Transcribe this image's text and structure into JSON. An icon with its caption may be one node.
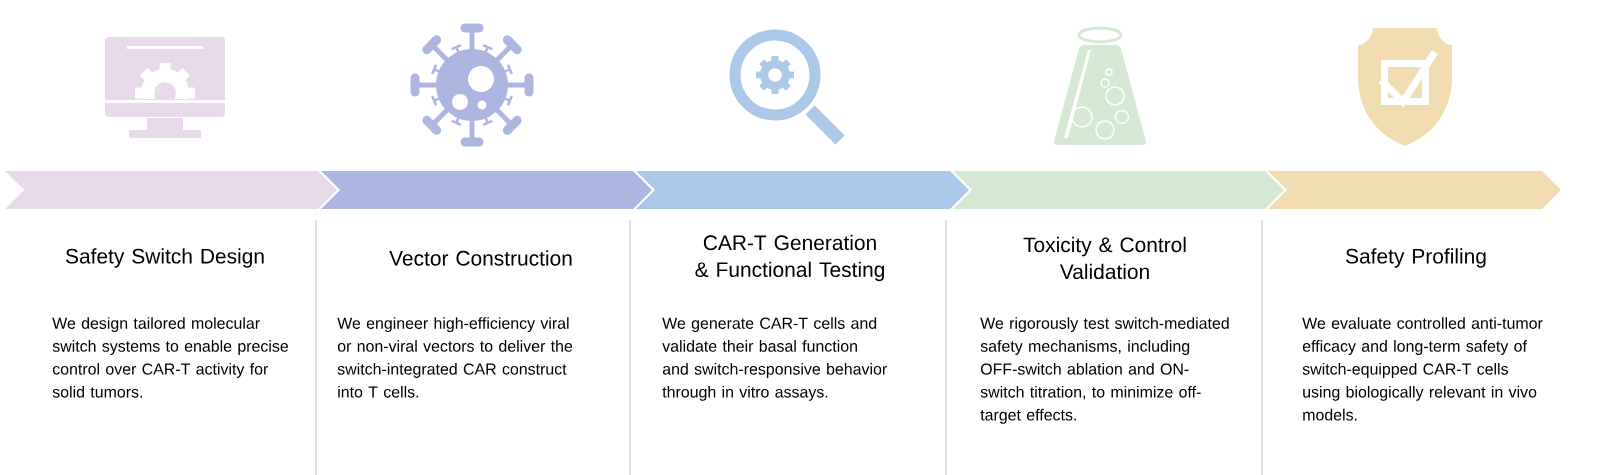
{
  "diagram": {
    "nodes": [
      {
        "text": [
          "Safety Switch Design",
          "We design tailored molecular switch systems to enable precise control over CAR-T activity for solid tumors."
        ]
      },
      {
        "text": [
          "Vector Construction",
          "We engineer high-efficiency viral or non-viral vectors to deliver the switch-integrated CAR construct into T cells."
        ]
      },
      {
        "text": [
          "CAR-T Generation & Functional Testing",
          "We generate CAR-T cells and validate their basal function and switch-responsive behavior through in vitro assays."
        ]
      },
      {
        "text": [
          "Toxicity & Control Validation",
          "We rigorously test switch-mediated safety mechanisms, including OFF-switch ablation and ON-switch titration, to minimize off-target effects."
        ]
      },
      {
        "text": [
          "Safety Profiling",
          "We evaluate controlled anti-tumor efficacy and long-term safety of switch-equipped CAR-T cells using biologically relevant in vivo models."
        ]
      },
      {
        "text": [],
        "shape": "chevron"
      },
      {
        "text": [],
        "shape": "chevron"
      },
      {
        "text": [],
        "shape": "chevron"
      },
      {
        "text": [],
        "shape": "chevron"
      },
      {
        "text": [],
        "shape": "chevron"
      }
    ]
  }
}
